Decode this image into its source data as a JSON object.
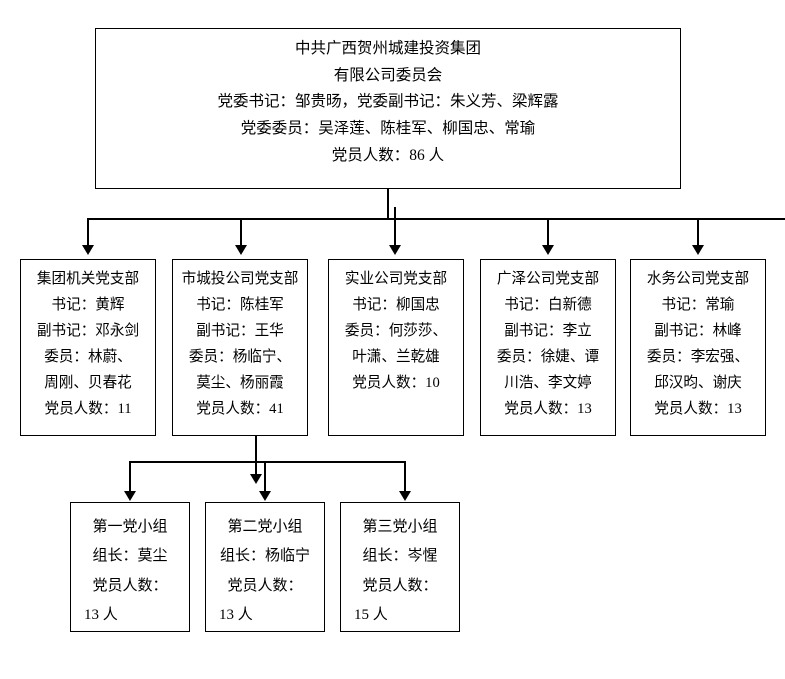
{
  "diagram": {
    "title_hidden": "",
    "root": {
      "lines": [
        "中共广西贺州城建投资集团",
        "有限公司委员会",
        "党委书记：邹贵旸，党委副书记：朱义芳、梁辉露",
        "党委委员：吴泽莲、陈桂军、柳国忠、常瑜",
        "党员人数：86 人"
      ]
    },
    "branches": [
      {
        "name": "集团机关党支部",
        "lines": [
          "集团机关党支部",
          "书记：黄辉",
          "副书记：邓永剑",
          "委员：林蔚、",
          "周刚、贝春花",
          "党员人数：11"
        ]
      },
      {
        "name": "市城投公司党支部",
        "lines": [
          "市城投公司党支部",
          "书记：陈桂军",
          "副书记：王华",
          "委员：杨临宁、",
          "莫尘、杨丽霞",
          "党员人数：41"
        ]
      },
      {
        "name": "实业公司党支部",
        "lines": [
          "实业公司党支部",
          "书记：柳国忠",
          "委员：何莎莎、",
          "叶潇、兰乾雄",
          "党员人数：10"
        ]
      },
      {
        "name": "广泽公司党支部",
        "lines": [
          "广泽公司党支部",
          "书记：白新德",
          "副书记：李立",
          "委员：徐婕、谭",
          "川浩、李文婷",
          "党员人数：13"
        ]
      },
      {
        "name": "水务公司党支部",
        "lines": [
          "水务公司党支部",
          "书记：常瑜",
          "副书记：林峰",
          "委员：李宏强、",
          "邱汉昀、谢庆",
          "党员人数：13"
        ]
      }
    ],
    "groups": [
      {
        "name": "第一党小组",
        "lines": [
          "第一党小组",
          "组长：莫尘",
          "党员人数：",
          "13 人"
        ]
      },
      {
        "name": "第二党小组",
        "lines": [
          "第二党小组",
          "组长：杨临宁",
          "党员人数：",
          "13 人"
        ]
      },
      {
        "name": "第三党小组",
        "lines": [
          "第三党小组",
          "组长：岑惺",
          "党员人数：",
          "15 人"
        ]
      }
    ]
  }
}
